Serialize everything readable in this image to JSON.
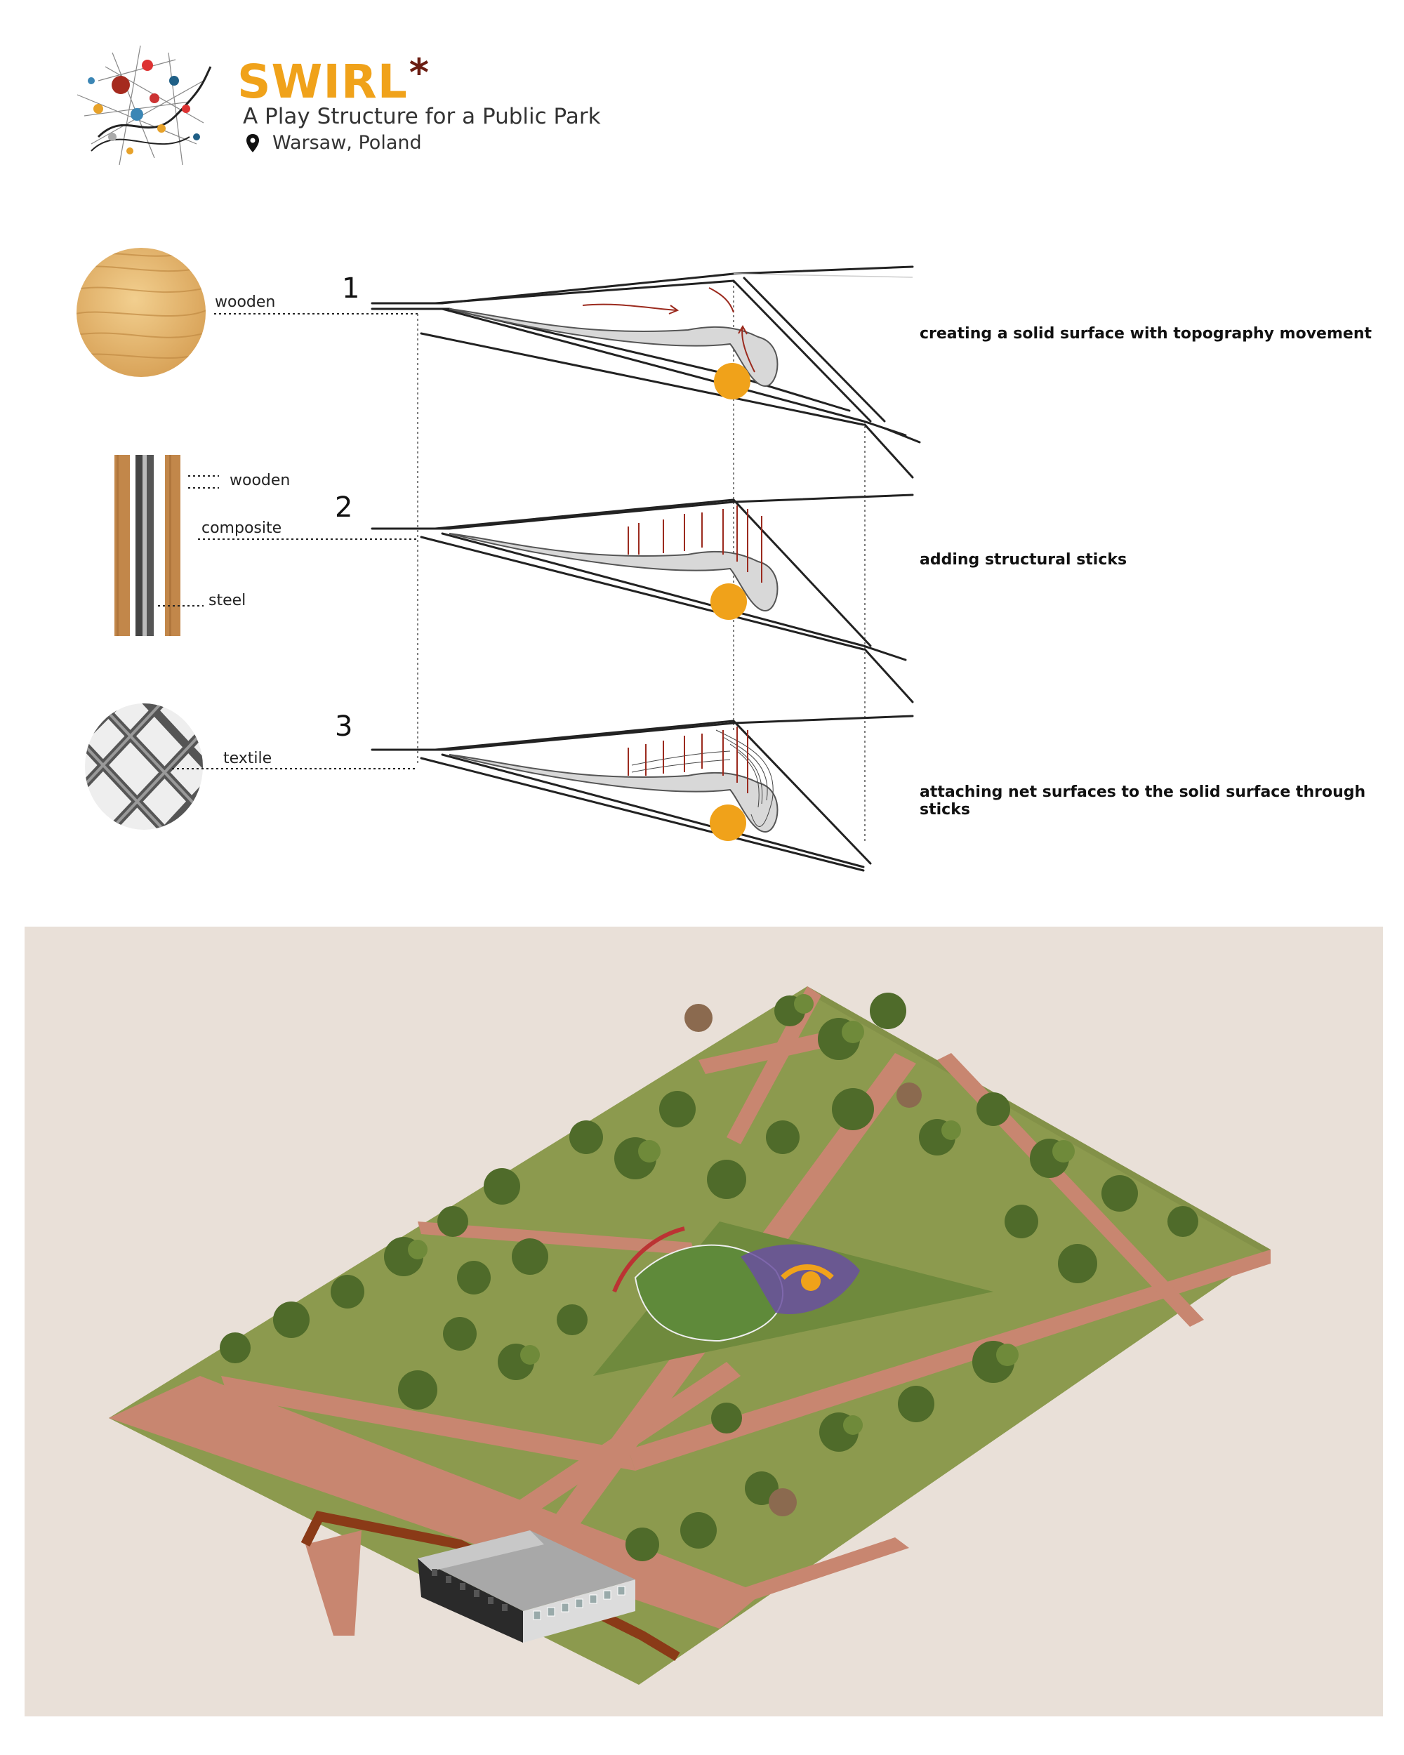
{
  "header": {
    "title": "SWIRL",
    "title_mark": "*",
    "subtitle": "A Play Structure for a Public Park",
    "location": "Warsaw, Poland"
  },
  "materials": {
    "step1": [
      "wooden"
    ],
    "step2": [
      "wooden",
      "composite",
      "steel"
    ],
    "step3": [
      "textile"
    ]
  },
  "steps": [
    {
      "number": "1",
      "description": "creating a solid surface with topography movement"
    },
    {
      "number": "2",
      "description": "adding structural sticks"
    },
    {
      "number": "3",
      "description": "attaching net surfaces to the solid surface through sticks"
    }
  ],
  "colors": {
    "accent_orange": "#f0a21a",
    "accent_red": "#9b2a1e",
    "park_grass": "#8c9a4e",
    "park_path": "#c88670",
    "background_plan": "#e9e0d8"
  }
}
